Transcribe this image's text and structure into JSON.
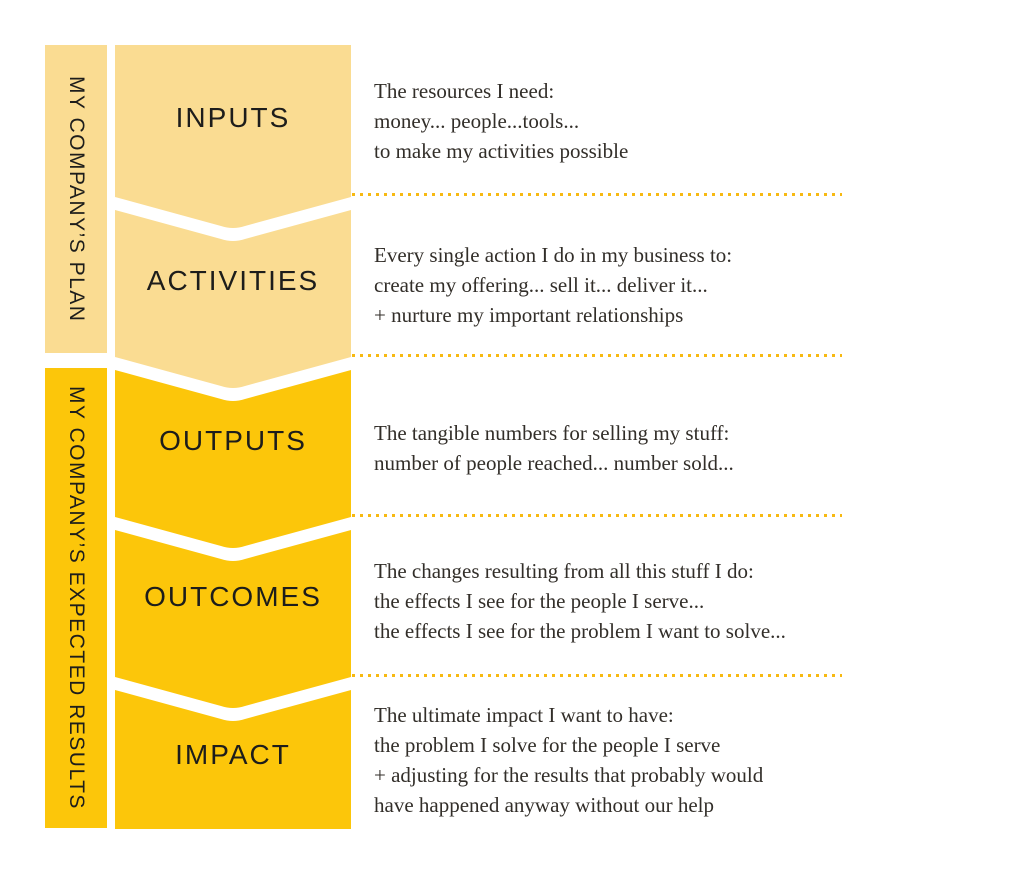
{
  "colors": {
    "light_yellow": "#FADC92",
    "gold": "#FCC60A",
    "dots": "#F7B912",
    "heading_text": "#1d1d1b",
    "body_text": "#322e29"
  },
  "sidebar": {
    "plan": {
      "label": "MY COMPANY’S PLAN"
    },
    "results": {
      "label": "MY COMPANY’S EXPECTED RESULTS"
    }
  },
  "stages": [
    {
      "label": "INPUTS",
      "group": "plan",
      "description": "The resources I need:\nmoney... people...tools...\nto make my activities possible"
    },
    {
      "label": "ACTIVITIES",
      "group": "plan",
      "description": "Every single action I do in my business to:\ncreate my offering... sell it... deliver it...\n+ nurture my important relationships"
    },
    {
      "label": "OUTPUTS",
      "group": "results",
      "description": "The tangible numbers for selling my stuff:\nnumber of people reached... number sold..."
    },
    {
      "label": "OUTCOMES",
      "group": "results",
      "description": "The changes resulting from all this stuff I do:\nthe effects I see for the people I serve...\nthe effects I see for the problem I want to solve..."
    },
    {
      "label": "IMPACT",
      "group": "results",
      "description": "The ultimate impact I want to have:\nthe problem I solve for the people I serve\n+ adjusting for the results that probably would\nhave happened anyway without our help"
    }
  ]
}
